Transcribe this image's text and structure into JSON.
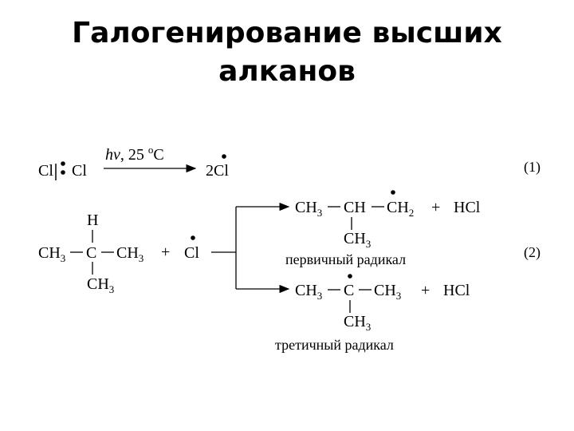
{
  "title": {
    "line1": "Галогенирование высших",
    "line2": "алканов"
  },
  "reaction1": {
    "reactant_left": "Cl",
    "reactant_right": "Cl",
    "condition_hv": "hν",
    "condition_temp": ", 25 ",
    "condition_deg": "o",
    "condition_unit": "C",
    "product": "2Cl",
    "number": "(1)"
  },
  "reaction2": {
    "h": "H",
    "ch": "CH",
    "sub3": "3",
    "sub2": "2",
    "c": "C",
    "plus": "+",
    "cl": "Cl",
    "hcl": "HCl",
    "number": "(2)",
    "caption_primary": "первичный радикал",
    "caption_tertiary": "третичный радикал"
  }
}
